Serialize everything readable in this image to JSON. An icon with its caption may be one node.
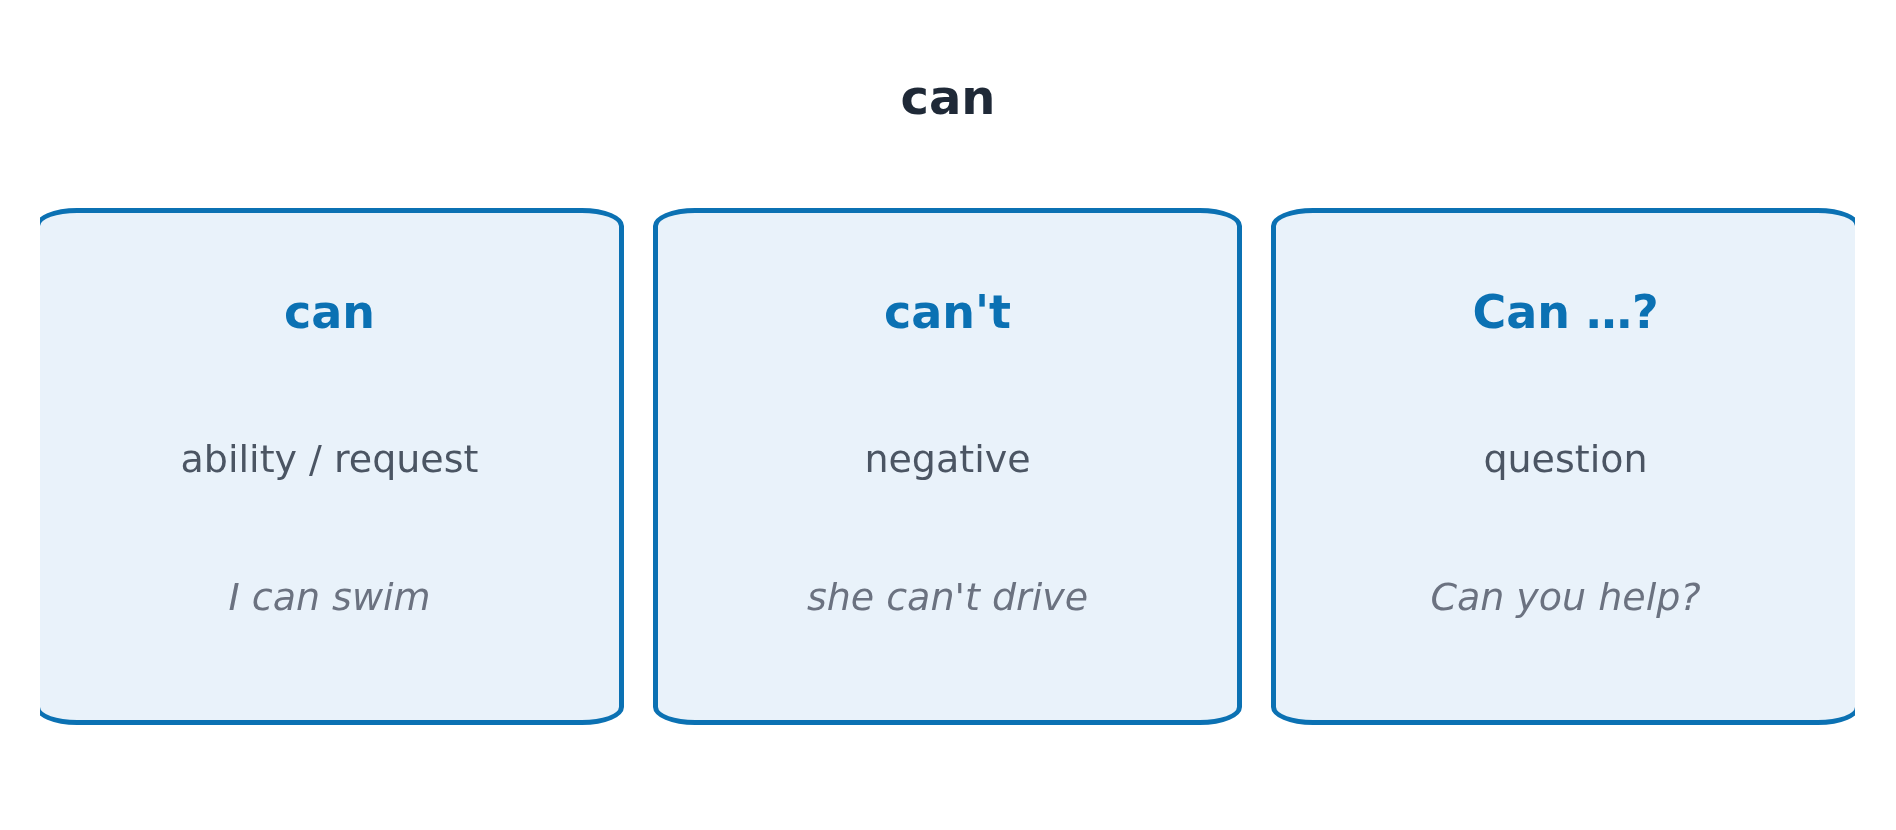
{
  "diagram": {
    "title": "can",
    "nodes": [
      {
        "text": [
          "can",
          "ability / request",
          "I can swim"
        ]
      },
      {
        "text": [
          "can't",
          "negative",
          "she can't drive"
        ]
      },
      {
        "text": [
          "Can …?",
          "question",
          "Can you help?"
        ]
      }
    ]
  }
}
